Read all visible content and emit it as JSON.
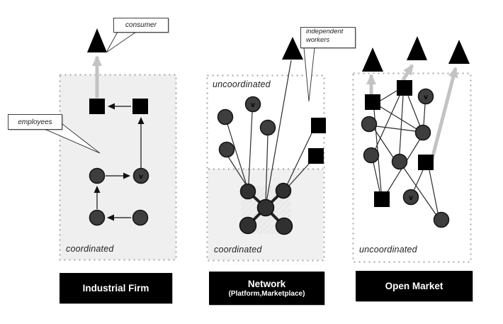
{
  "diagram": {
    "node_letter": "v",
    "callouts": {
      "consumer": "consumer",
      "employees": "employees",
      "independent_workers_line1": "independent",
      "independent_workers_line2": "workers"
    },
    "panels": [
      {
        "title": "Industrial Firm",
        "zone_bottom": "coordinated"
      },
      {
        "title": "Network",
        "subtitle": "(Platform,Marketplace)",
        "zone_top": "uncoordinated",
        "zone_bottom": "coordinated"
      },
      {
        "title": "Open Market",
        "zone_bottom": "uncoordinated"
      }
    ],
    "colors": {
      "shape_black": "#000000",
      "worker_node_gray": "#3e3e3e",
      "consumer_arrow_gray": "#c3c3c3",
      "panel_fill": "#efefef"
    }
  }
}
